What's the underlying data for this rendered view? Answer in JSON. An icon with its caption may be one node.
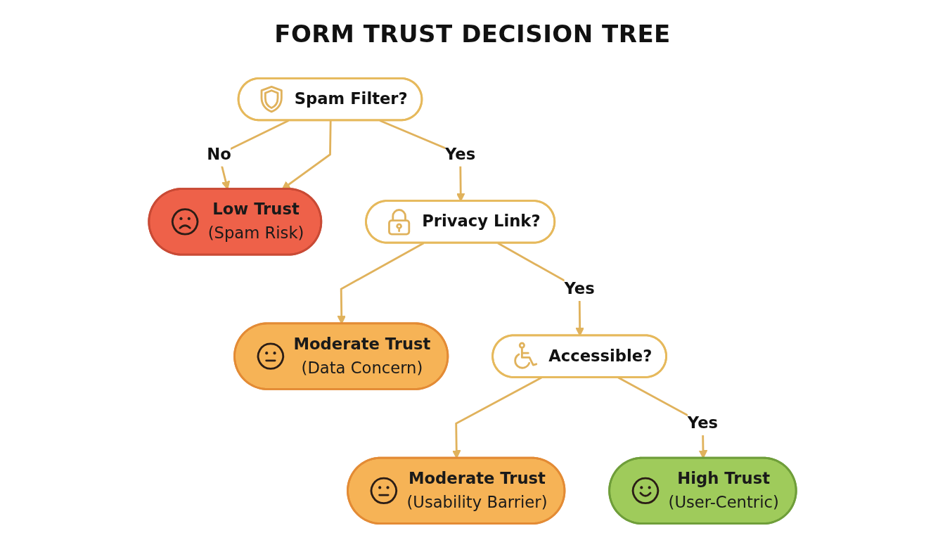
{
  "diagram": {
    "title": "FORM TRUST DECISION TREE",
    "nodes": [
      {
        "text": [
          "Spam Filter?"
        ]
      },
      {
        "text": [
          "Low Trust",
          "(Spam Risk)"
        ]
      },
      {
        "text": [
          "Privacy Link?"
        ]
      },
      {
        "text": [
          "Moderate Trust",
          "(Data Concern)"
        ]
      },
      {
        "text": [
          "Accessible?"
        ]
      },
      {
        "text": [
          "Moderate Trust",
          "(Usability Barrier)"
        ]
      },
      {
        "text": [
          "High Trust",
          "(User-Centric)"
        ]
      }
    ],
    "edges": [
      {
        "from": 0,
        "to": 1,
        "arrow": "to",
        "label": "No"
      },
      {
        "from": 0,
        "to": 1,
        "arrow": "to"
      },
      {
        "from": 0,
        "to": 2,
        "arrow": "to",
        "label": "Yes"
      },
      {
        "from": 2,
        "to": 3,
        "arrow": "to"
      },
      {
        "from": 2,
        "to": 4,
        "arrow": "to",
        "label": "Yes"
      },
      {
        "from": 4,
        "to": 5,
        "arrow": "to"
      },
      {
        "from": 4,
        "to": 6,
        "arrow": "to",
        "label": "Yes"
      }
    ]
  }
}
